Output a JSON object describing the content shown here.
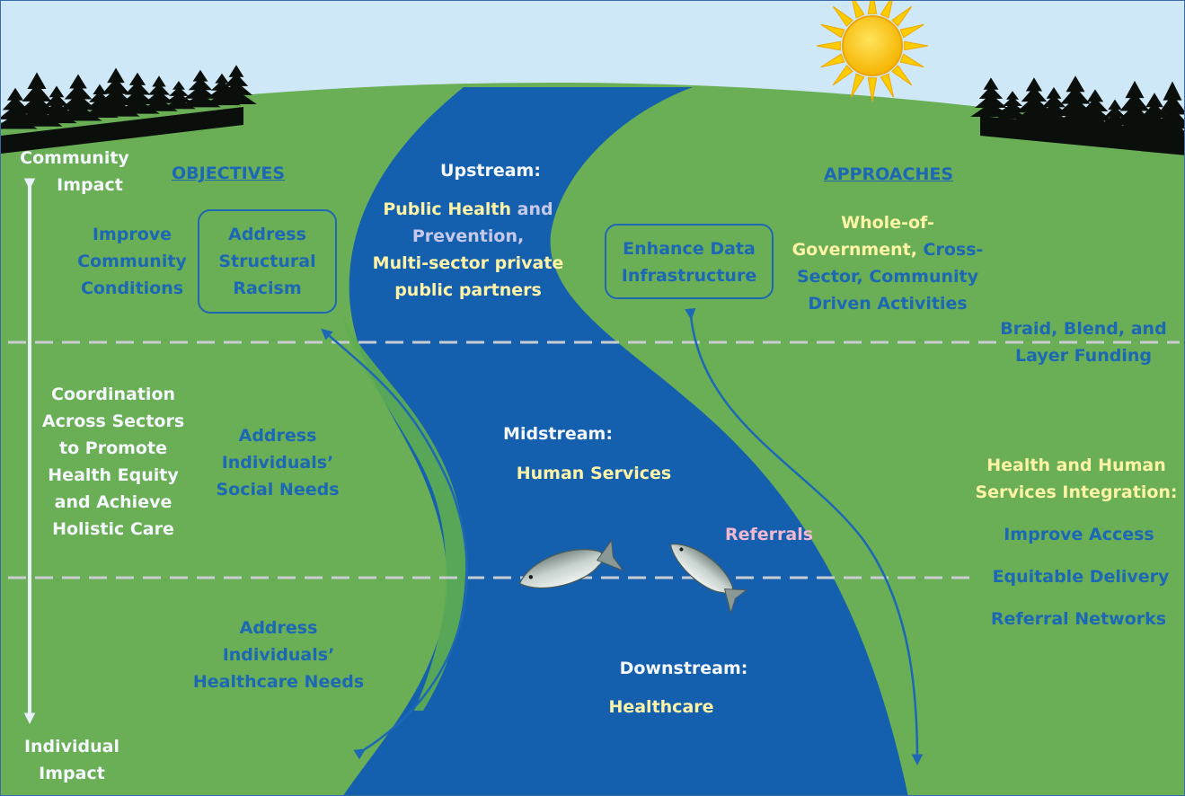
{
  "colors": {
    "sky": "#cfe8f8",
    "grass": "#6aaf56",
    "river": "#1560ae",
    "text_blue": "#1d68b4",
    "text_white": "#f4f7fb",
    "text_yellow": "#fdf3a6",
    "text_pink": "#f2b8d2",
    "sun": "#ffd000",
    "dash": "#c9cdd2"
  },
  "icons": {
    "sun": "sun-icon",
    "trees": "pine-tree-icon",
    "fish": "salmon-icon",
    "arrows": "curved-arrow-icon"
  },
  "scale": {
    "top": [
      "Community",
      "Impact"
    ],
    "middle": [
      "Coordination",
      "Across Sectors",
      "to Promote",
      "Health Equity",
      "and Achieve",
      "Holistic Care"
    ],
    "bottom": [
      "Individual",
      "Impact"
    ]
  },
  "objectives": {
    "header": "OBJECTIVES",
    "improve": [
      "Improve",
      "Community",
      "Conditions"
    ],
    "structural": [
      "Address",
      "Structural",
      "Racism"
    ],
    "social": [
      "Address",
      "Individuals’",
      "Social Needs"
    ],
    "healthcare": [
      "Address",
      "Individuals’",
      "Healthcare Needs"
    ]
  },
  "river": {
    "upstream_title": "Upstream:",
    "upstream_a": "Public Health",
    "upstream_and": " and",
    "upstream_b": "Prevention,",
    "upstream_c": "Multi-sector private",
    "upstream_d": "public partners",
    "midstream_title": "Midstream:",
    "midstream_body": "Human Services",
    "referrals": "Referrals",
    "downstream_title": "Downstream:",
    "downstream_body": "Healthcare"
  },
  "approaches": {
    "header": "APPROACHES",
    "data_box": [
      "Enhance Data",
      "Infrastructure"
    ],
    "whole_a": "Whole-of-",
    "whole_b": "Government,",
    "whole_b2": " Cross-",
    "whole_c": "Sector, Community",
    "whole_d": "Driven Activities",
    "braid": [
      "Braid, Blend, and",
      "Layer Funding"
    ],
    "integration": [
      "Health and Human",
      "Services Integration:"
    ],
    "access": "Improve Access",
    "equitable": "Equitable Delivery",
    "referral_networks": "Referral Networks"
  }
}
